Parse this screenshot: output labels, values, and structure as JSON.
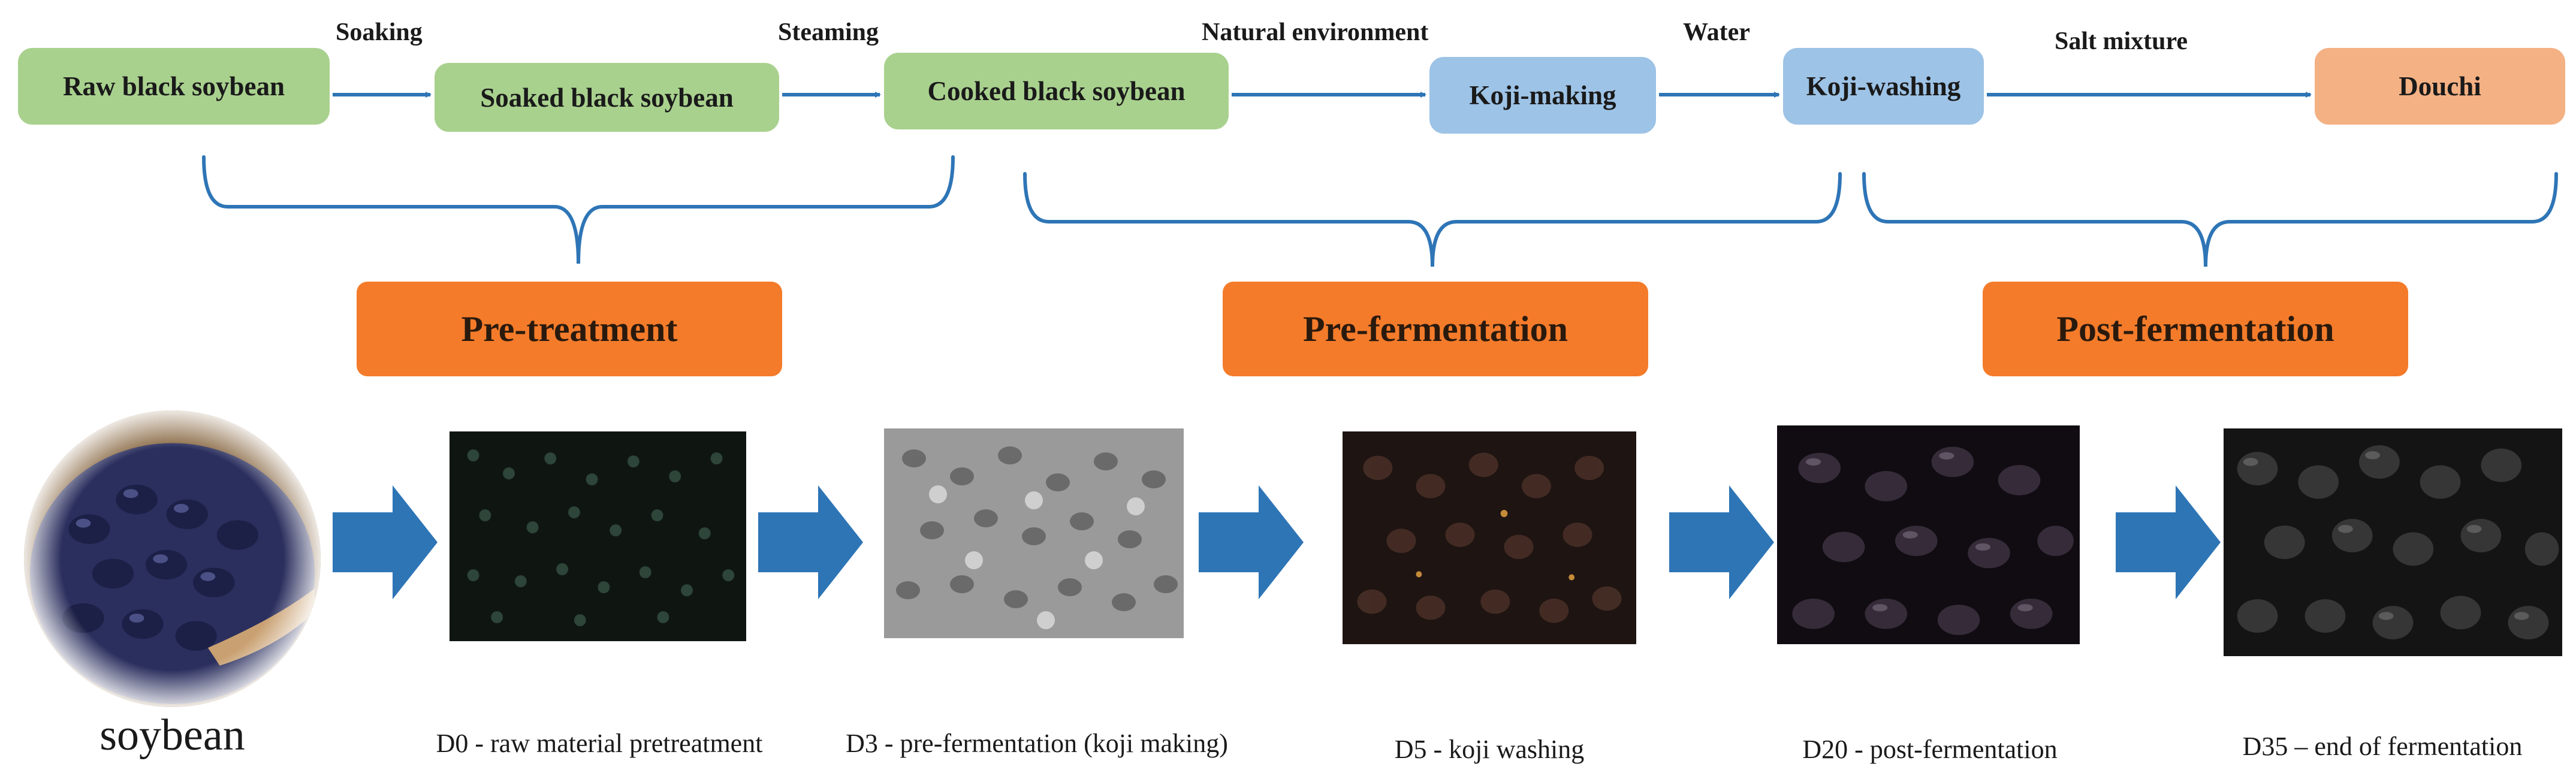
{
  "flow": {
    "boxes": {
      "raw": "Raw black soybean",
      "soaked": "Soaked black soybean",
      "cooked": "Cooked black soybean",
      "koji_making": "Koji-making",
      "koji_washing": "Koji-washing",
      "douchi": "Douchi"
    },
    "steps": {
      "soaking": "Soaking",
      "steaming": "Steaming",
      "natural": "Natural environment",
      "water": "Water",
      "salt": "Salt mixture"
    },
    "stages": {
      "pretreatment": "Pre-treatment",
      "prefermentation": "Pre-fermentation",
      "postfermentation": "Post-fermentation"
    }
  },
  "photos": {
    "captions": {
      "soybean": "soybean",
      "d0": "D0 - raw material pretreatment",
      "d3": "D3 - pre-fermentation (koji making)",
      "d5": "D5 - koji washing",
      "d20": "D20 - post-fermentation",
      "d35": "D35 – end of fermentation"
    }
  },
  "colors": {
    "green_box": "#a9d18e",
    "blue_box": "#9dc3e6",
    "peach_box": "#f4b183",
    "orange_stage": "#f47b2a",
    "arrow_blue": "#2e75b6"
  }
}
